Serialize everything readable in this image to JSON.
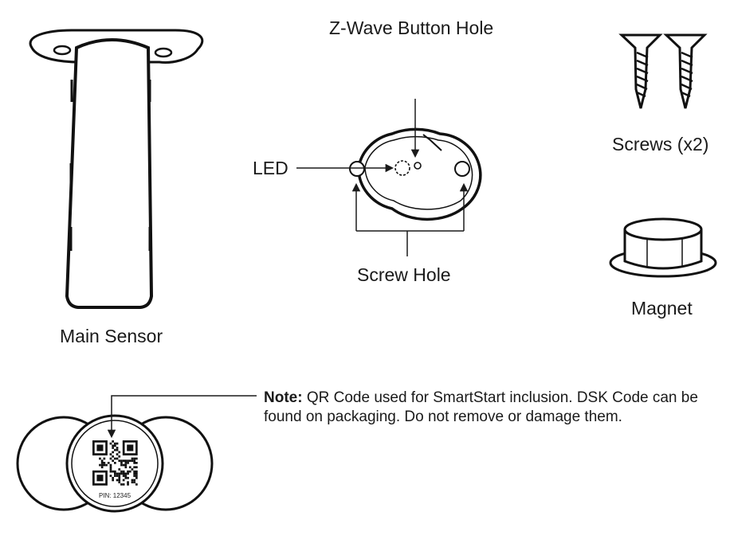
{
  "labels": {
    "zwave_button_hole": "Z-Wave Button Hole",
    "led": "LED",
    "screw_hole": "Screw Hole",
    "main_sensor": "Main Sensor",
    "screws": "Screws (x2)",
    "magnet": "Magnet"
  },
  "note": {
    "heading": "Note:",
    "text": " QR Code used for SmartStart inclusion. DSK Code can be found on packaging. Do not remove or damage them."
  },
  "qr": {
    "pin_label": "PIN: 12345"
  }
}
